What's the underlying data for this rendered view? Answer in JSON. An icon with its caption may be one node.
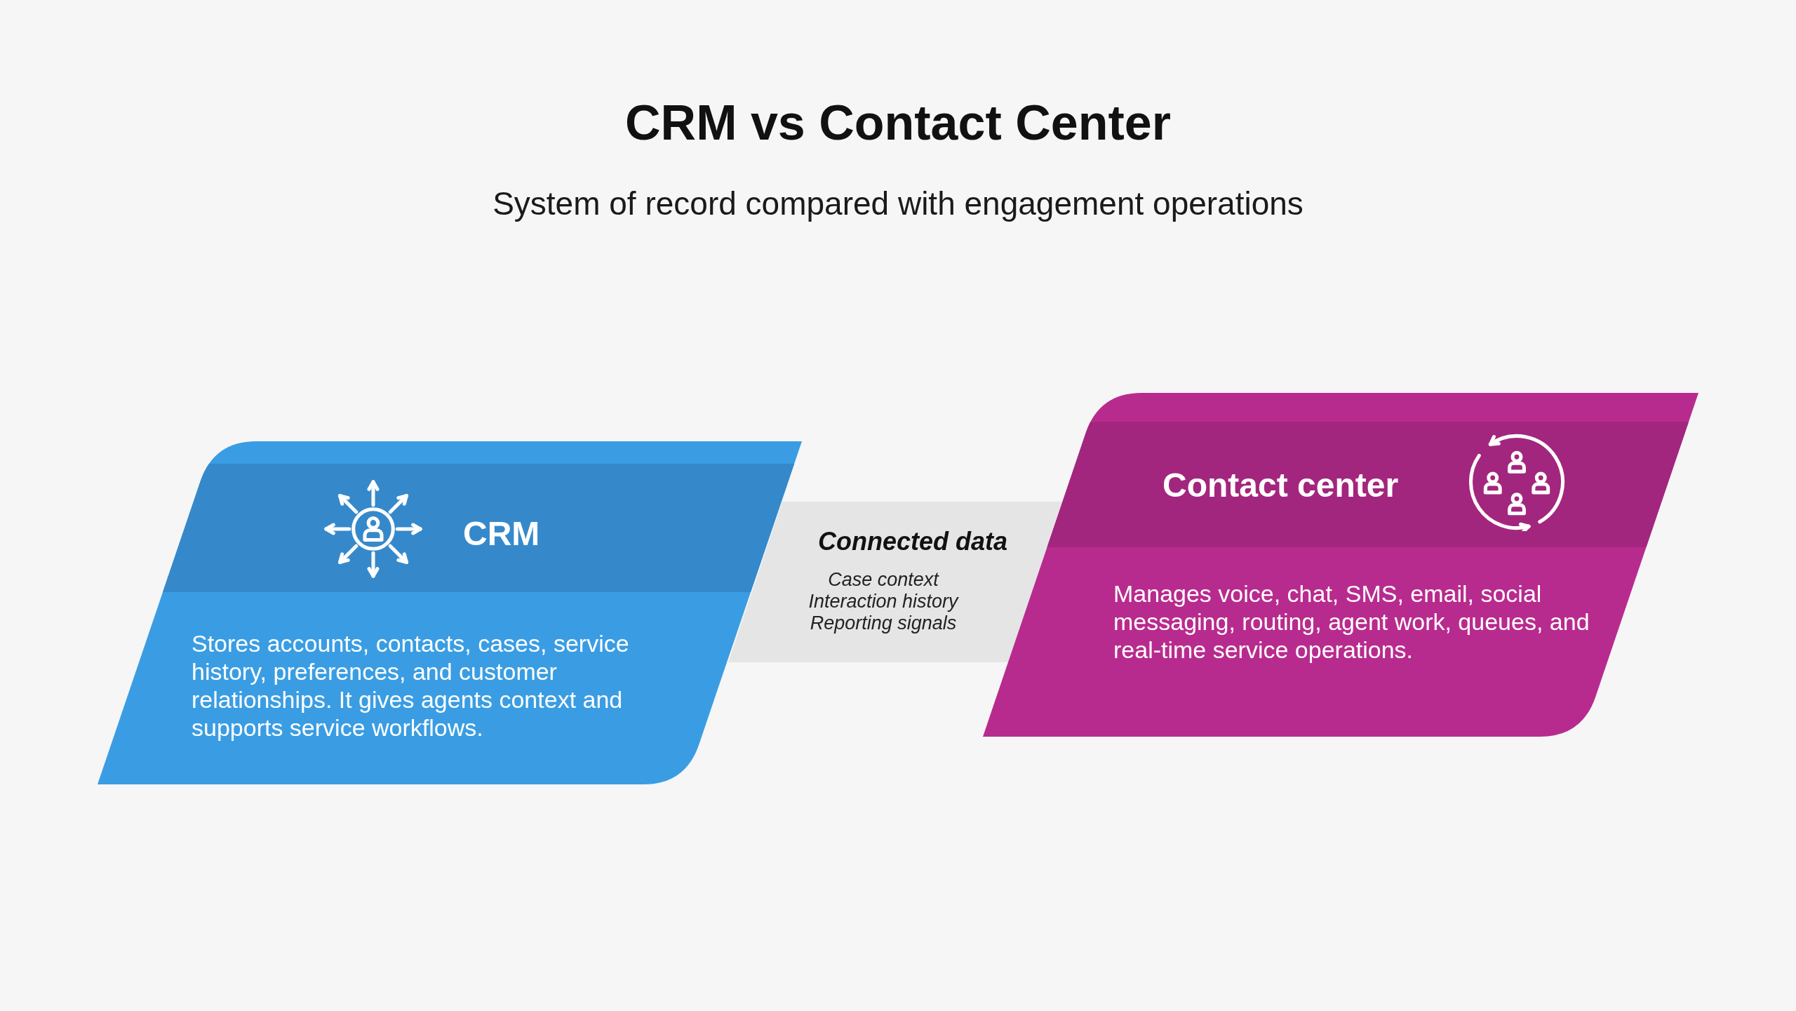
{
  "diagram": {
    "title": "CRM vs Contact Center",
    "nodes": [
      {
        "text": [
          "CRM",
          "Stores accounts, contacts, cases, service history, preferences, and customer relationships. It gives agents context and supports service workflows."
        ]
      },
      {
        "text": [
          "Connected data",
          "Case context",
          "Interaction history",
          "Reporting signals"
        ]
      },
      {
        "text": [
          "Contact center",
          "Manages voice, chat, SMS, email, social messaging, routing, agent work, queues, and real-time service operations."
        ]
      }
    ],
    "labels": [
      "System of record compared with engagement operations"
    ]
  }
}
